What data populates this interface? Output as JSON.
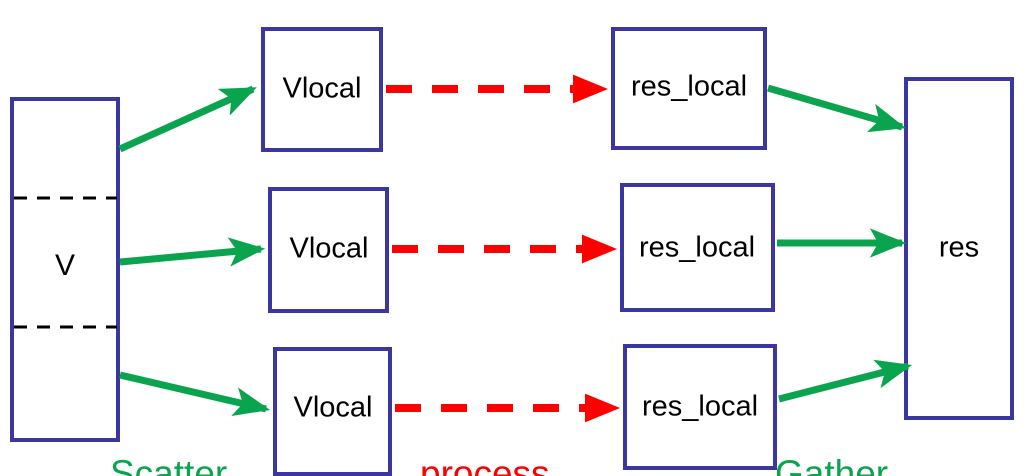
{
  "diagram": {
    "title_visible": false,
    "colors": {
      "box_border": "#3b36a0",
      "scatter_arrow": "#0aa44e",
      "gather_arrow": "#0aa44e",
      "process_arrow": "#ff0000",
      "partition_divider": "#000000",
      "label_text": "#000000",
      "background": "#ffffff"
    },
    "input": {
      "label": "V",
      "partitions": 3
    },
    "output": {
      "label": "res"
    },
    "rows": [
      {
        "local_input_label": "Vlocal",
        "local_output_label": "res_local"
      },
      {
        "local_input_label": "Vlocal",
        "local_output_label": "res_local"
      },
      {
        "local_input_label": "Vlocal",
        "local_output_label": "res_local"
      }
    ],
    "stage_labels": [
      {
        "text": "Scatter",
        "color": "#0aa44e"
      },
      {
        "text": "process",
        "color": "#ff0000"
      },
      {
        "text": "Gather",
        "color": "#0aa44e"
      }
    ]
  }
}
